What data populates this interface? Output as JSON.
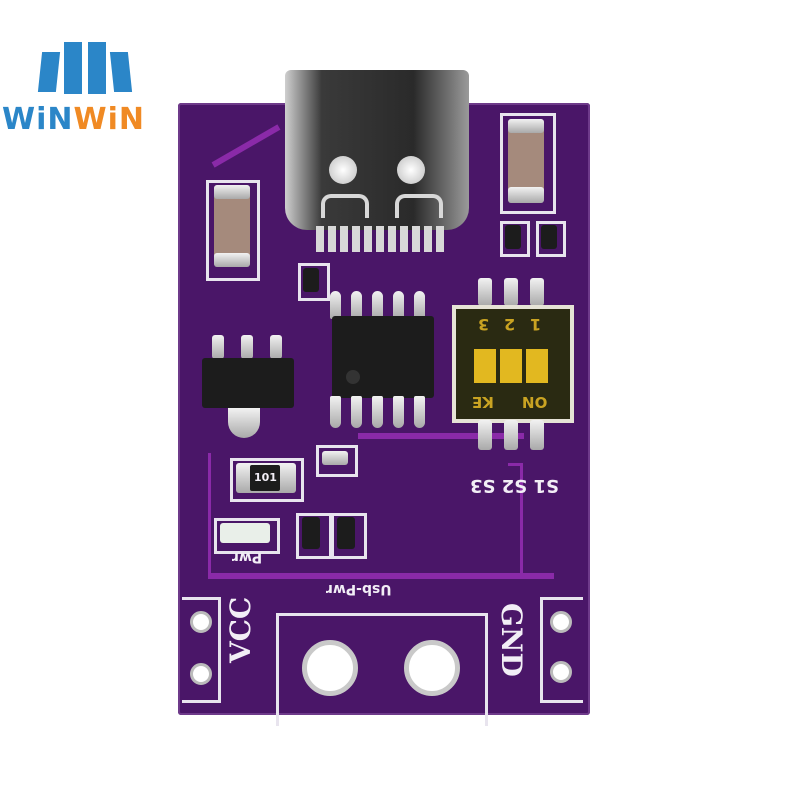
{
  "logo": {
    "text_prefix": "WiN",
    "text_suffix": "WiN",
    "brand_color": "#2b86c8",
    "accent_color": "#f08a24"
  },
  "board": {
    "color": "#4a1668",
    "silkscreen": {
      "dip_numbers": [
        "3",
        "2",
        "1"
      ],
      "dip_label_on": "ON",
      "dip_label_ke": "KE",
      "switch_labels": "S1 S2 S3",
      "resistor_code": "101",
      "led_label": "Pwr",
      "usb_label": "Usb-Pwr",
      "vcc_label": "VCC",
      "gnd_label": "GND"
    }
  }
}
